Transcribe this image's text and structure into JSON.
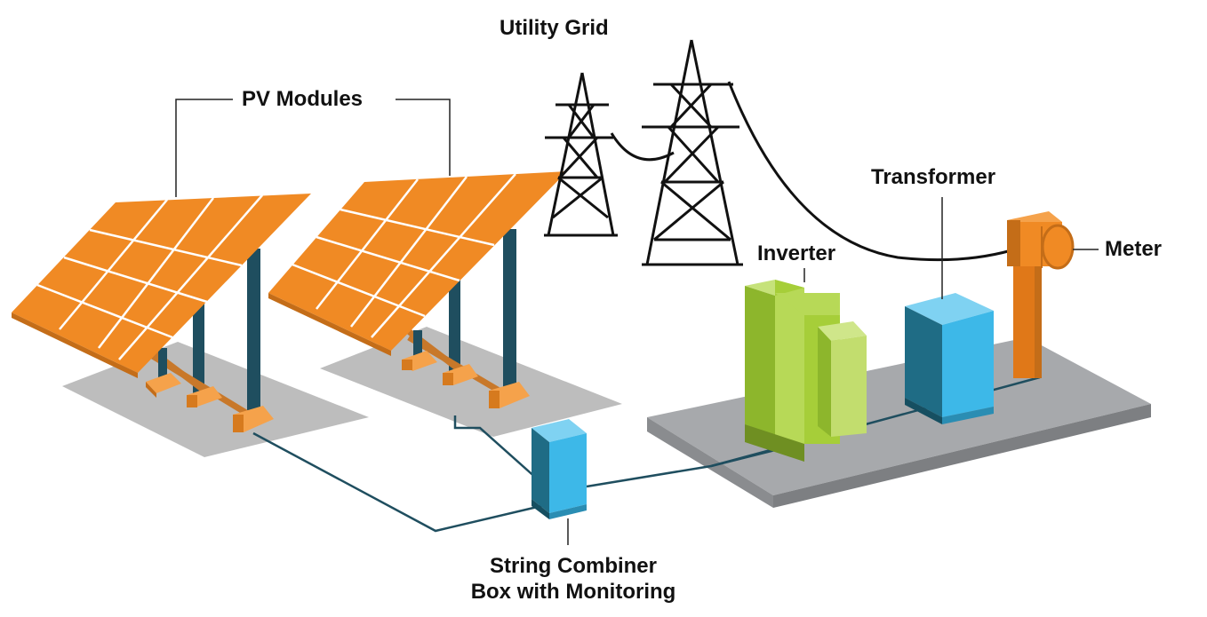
{
  "labels": {
    "utility_grid": "Utility Grid",
    "pv_modules": "PV Modules",
    "transformer": "Transformer",
    "inverter": "Inverter",
    "meter": "Meter",
    "combiner_line1": "String Combiner",
    "combiner_line2": "Box with Monitoring"
  },
  "colors": {
    "panel": "#F08A24",
    "panel_grid": "#FFFFFF",
    "pole": "#1F4E5F",
    "footing": "#E8892E",
    "ground": "#BDBDBD",
    "platform": "#A7A9AC",
    "inverter": "#A6CE39",
    "transformer": "#3DB8E8",
    "combiner": "#3DB8E8",
    "meter": "#F08A24",
    "tower": "#111111",
    "cable": "#1F4E5F"
  },
  "icons": [
    "solar-panel-icon",
    "transmission-tower-icon",
    "inverter-icon",
    "transformer-icon",
    "meter-icon",
    "combiner-box-icon"
  ]
}
